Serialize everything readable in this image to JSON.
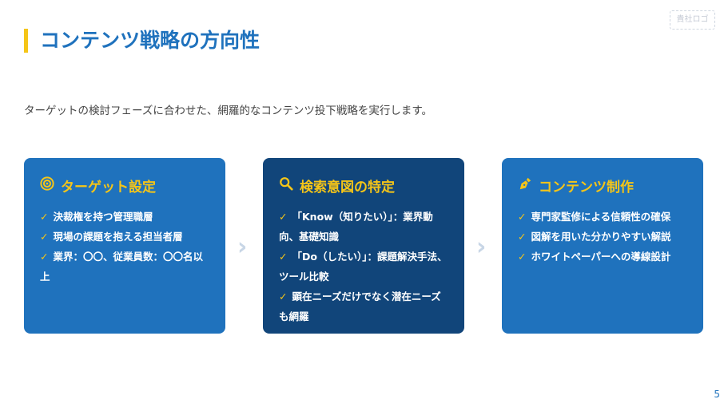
{
  "title": "コンテンツ戦略の方向性",
  "logo": "貴社ロゴ",
  "lead": "ターゲットの検討フェーズに合わせた、網羅的なコンテンツ投下戦略を実行します。",
  "cards": [
    {
      "title": "ターゲット設定",
      "icon": "target-icon",
      "items": [
        "決裁権を持つ管理職層",
        "現場の課題を抱える担当者層",
        "業界：〇〇、従業員数：〇〇名以上"
      ]
    },
    {
      "title": "検索意図の特定",
      "icon": "search-icon",
      "items": [
        "「Know（知りたい）」：業界動向、基礎知識",
        "「Do（したい）」：課題解決手法、ツール比較",
        "顕在ニーズだけでなく潜在ニーズも網羅"
      ]
    },
    {
      "title": "コンテンツ制作",
      "icon": "pen-icon",
      "items": [
        "専門家監修による信頼性の確保",
        "図解を用いた分かりやすい解説",
        "ホワイトペーパーへの導線設計"
      ]
    }
  ],
  "check": "✓",
  "arrow": "›",
  "page": "5",
  "colors": {
    "primary": "#1f72bd",
    "dark": "#11457a",
    "accent": "#f5c518"
  }
}
